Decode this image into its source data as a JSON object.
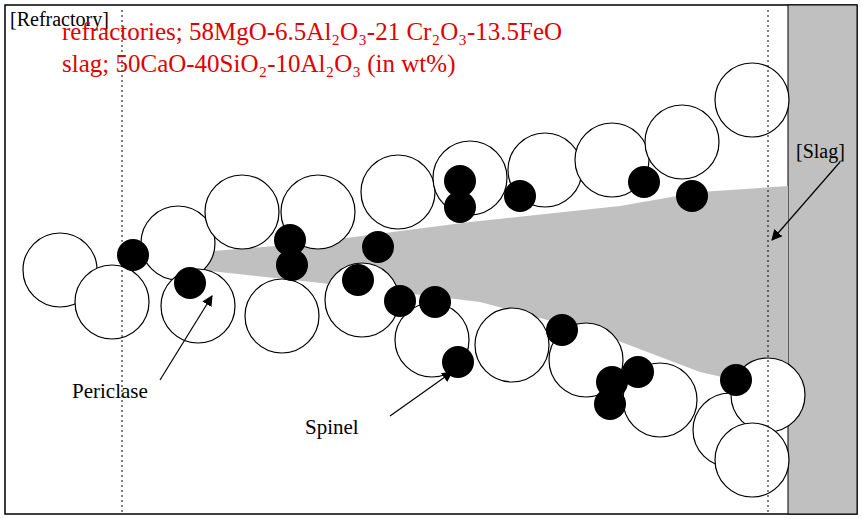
{
  "diagram": {
    "labels": [
      "[Refractory]",
      "refractories; 58MgO-6.5Al₂O₃-21 Cr₂O₃-13.5FeO",
      "slag; 50CaO-40SiO₂-10Al₂O₃ (in wt%)",
      "[Slag]",
      "Periclase",
      "Spinel"
    ]
  }
}
